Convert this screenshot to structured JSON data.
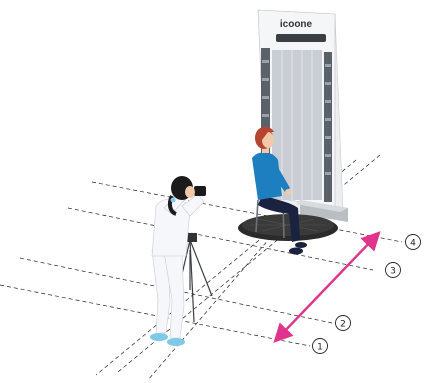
{
  "device": {
    "brand": "icoone"
  },
  "markers": [
    {
      "label": "1"
    },
    {
      "label": "2"
    },
    {
      "label": "3"
    },
    {
      "label": "4"
    }
  ],
  "colors": {
    "accent_arrow": "#e0338c",
    "shirt": "#1d7fc0",
    "pants": "#1a2240",
    "hair": "#b5452f",
    "photographer_hair": "#1b1b1b",
    "photographer_outfit": "#f6f7fb",
    "shoes": "#7ec9e8",
    "platform": "#2a2a2a"
  }
}
